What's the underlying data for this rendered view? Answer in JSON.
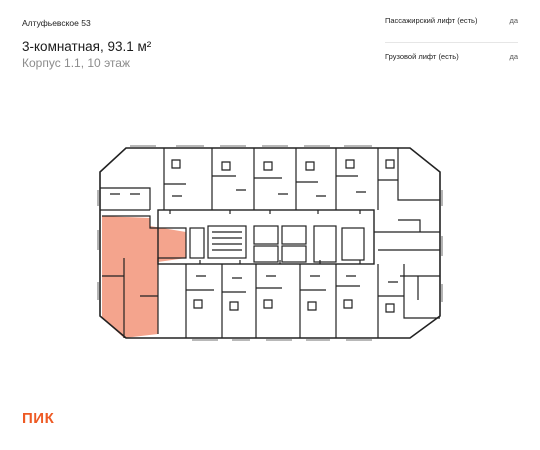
{
  "header": {
    "complex_name": "Алтуфьевское 53",
    "apartment_title": "3-комнатная, 93.1 м²",
    "apartment_location": "Корпус 1.1, 10 этаж"
  },
  "specs": [
    {
      "label": "Пассажирский лифт (есть)",
      "value": "да"
    },
    {
      "label": "Грузовой лифт (есть)",
      "value": "да"
    }
  ],
  "floorplan": {
    "highlight_color": "#f4a48d",
    "wall_color": "#222222"
  },
  "brand": {
    "logo_text": "ПИК",
    "color": "#ee5a24"
  }
}
